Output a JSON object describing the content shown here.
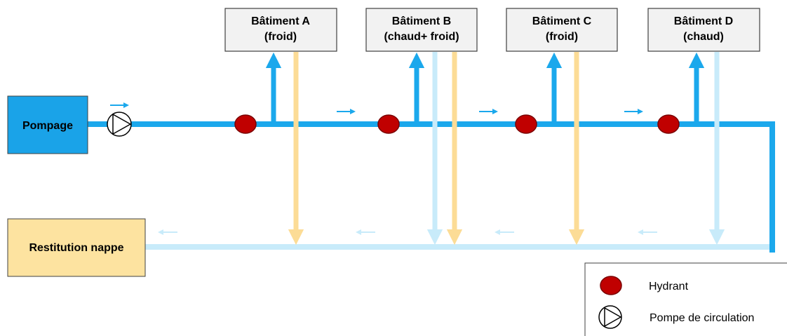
{
  "source": {
    "label": "Pompage",
    "color": "#1aa3e8"
  },
  "restitution": {
    "label": "Restitution nappe",
    "color": "#fde3a0"
  },
  "buildings": [
    {
      "line1": "Bâtiment A",
      "line2": "(froid)"
    },
    {
      "line1": "Bâtiment B",
      "line2": "(chaud+ froid)"
    },
    {
      "line1": "Bâtiment C",
      "line2": "(froid)"
    },
    {
      "line1": "Bâtiment D",
      "line2": "(chaud)"
    }
  ],
  "legend": {
    "hydrant_label": "Hydrant",
    "pump_label": "Pompe de circulation"
  },
  "colors": {
    "supply": "#1ba8ec",
    "return": "#c8ebfa",
    "cold_return": "#fcdc96",
    "hydrant_fill": "#c00000",
    "hydrant_stroke": "#7a0000",
    "box_fill": "#f2f2f2"
  }
}
